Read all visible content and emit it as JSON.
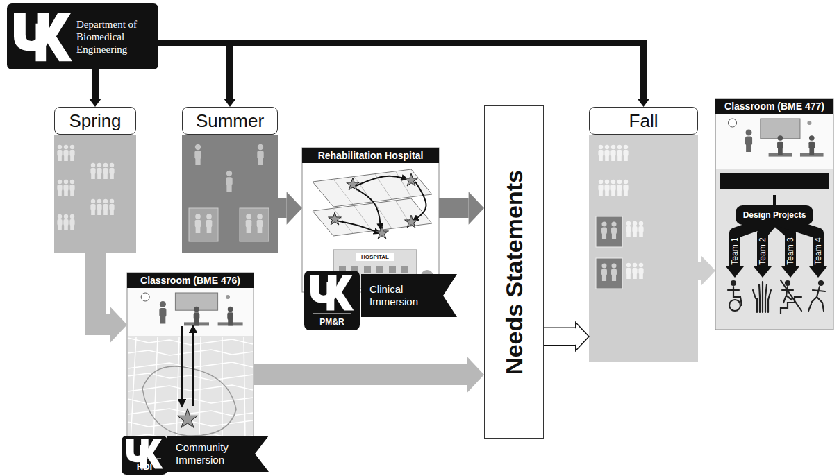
{
  "diagram": {
    "nodes": [
      {
        "text": [
          "Department of Biomedical Engineering"
        ]
      },
      {
        "text": [
          "Spring"
        ]
      },
      {
        "text": [
          "Summer"
        ]
      },
      {
        "text": [
          "Rehabilitation Hospital"
        ]
      },
      {
        "text": [
          "Clinical Immersion"
        ]
      },
      {
        "text": [
          "Classroom (BME 476)"
        ]
      },
      {
        "text": [
          "Community Immersion"
        ]
      },
      {
        "text": [
          "Needs Statements"
        ]
      },
      {
        "text": [
          "Fall"
        ]
      },
      {
        "text": [
          "Classroom (BME 477)"
        ]
      },
      {
        "text": [
          "Needs Statements"
        ],
        "in": 9
      },
      {
        "text": [
          "Design Projects"
        ],
        "in": 9
      }
    ],
    "edges": [
      {
        "from": 0,
        "to": 1,
        "arrow": "to"
      },
      {
        "from": 0,
        "to": 2,
        "arrow": "to"
      },
      {
        "from": 0,
        "to": 8,
        "arrow": "to"
      },
      {
        "from": 1,
        "to": 5,
        "arrow": "to"
      },
      {
        "from": 2,
        "to": 3,
        "arrow": "to"
      },
      {
        "from": 3,
        "to": 7,
        "arrow": "to"
      },
      {
        "from": 5,
        "to": 7,
        "arrow": "to"
      },
      {
        "from": 7,
        "to": 8,
        "arrow": "to"
      },
      {
        "from": 8,
        "to": 9,
        "arrow": "to"
      },
      {
        "from": 10,
        "to": 11,
        "arrow": "none"
      }
    ],
    "labels": [
      "HOSPITAL",
      "PM&R",
      "HDI",
      "Team 1",
      "Team 2",
      "Team 3",
      "Team 4"
    ]
  }
}
